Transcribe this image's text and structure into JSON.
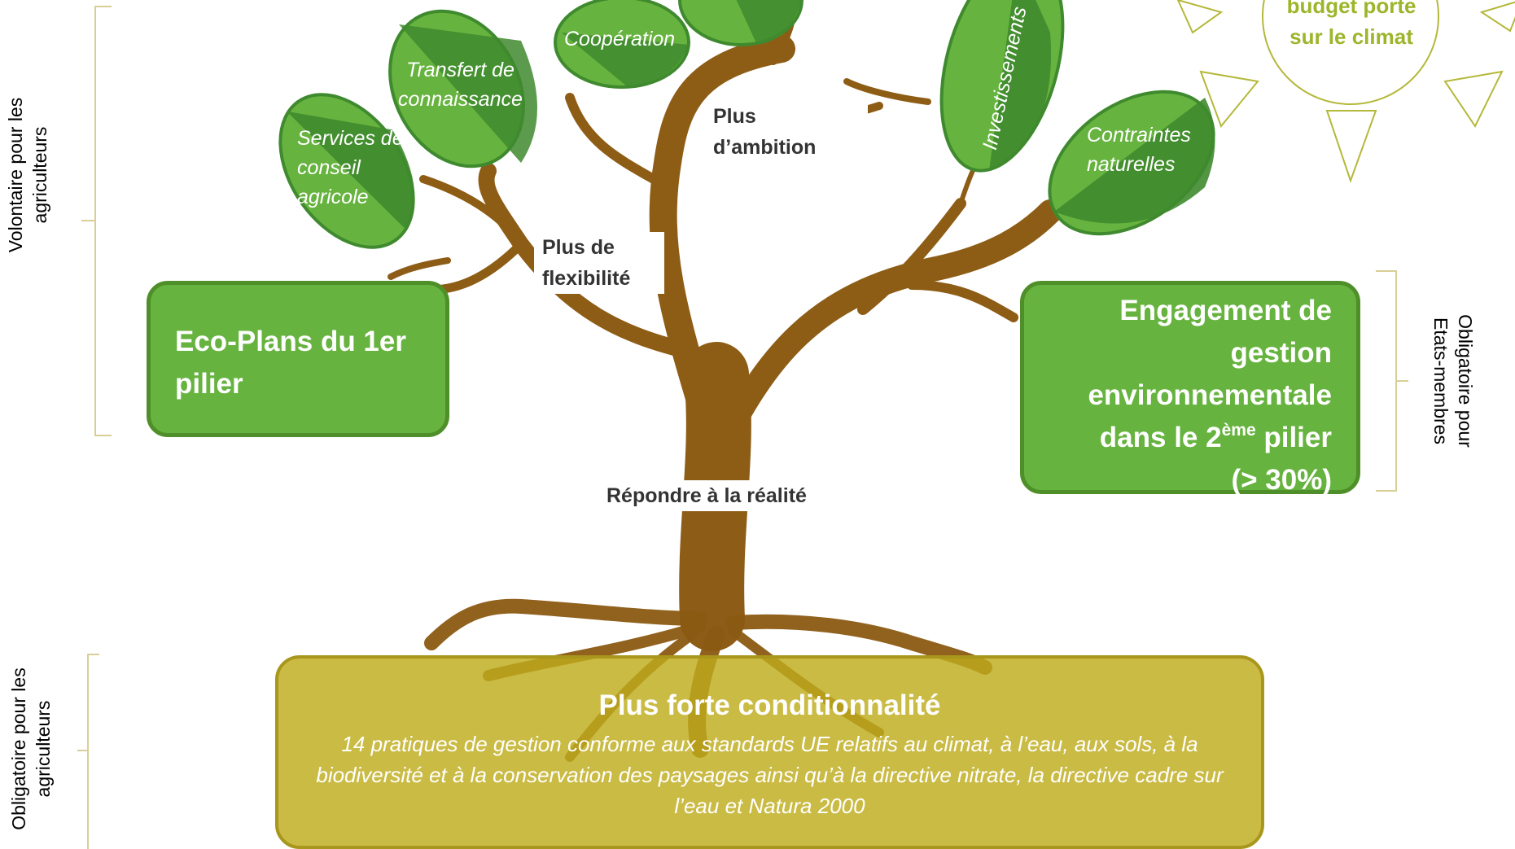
{
  "left_brackets": {
    "top_label": "Volontaire pour les agriculteurs",
    "bottom_label": "Obligatoire pour les agriculteurs"
  },
  "right_bracket": {
    "label": "Obligatoire pour Etats-membres"
  },
  "leaves": {
    "services": "Services de conseil agricole",
    "transfert": "Transfert de connaissance",
    "cooperation": "Coopération",
    "investissements": "Investissements",
    "contraintes": "Contraintes naturelles"
  },
  "tree_labels": {
    "ambition": "Plus d’ambition",
    "flexibilite": "Plus de flexibilité",
    "realite": "Répondre à la réalité"
  },
  "eco_box": {
    "text": "Eco-Plans du 1er pilier"
  },
  "engagement_box": {
    "line1": "Engagement de",
    "line2": "gestion",
    "line3": "environnementale",
    "line4_pre": "dans le 2",
    "line4_sup": "ème",
    "line4_post": " pilier",
    "line5": "(> 30%)"
  },
  "sun": {
    "text": "budget porte sur le climat"
  },
  "conditionality": {
    "title": "Plus forte conditionnalité",
    "description": "14 pratiques de gestion conforme aux standards UE relatifs au climat, à l’eau, aux sols, à la biodiversité et à la conservation des paysages ainsi qu’à la directive nitrate, la directive cadre sur l’eau et Natura 2000"
  },
  "colors": {
    "leaf_light": "#67b33f",
    "leaf_dark": "#3f8a2e",
    "trunk": "#8b5a12",
    "box_green": "#67b33f",
    "box_olive": "#bea81c",
    "sun": "#b5b83a"
  }
}
